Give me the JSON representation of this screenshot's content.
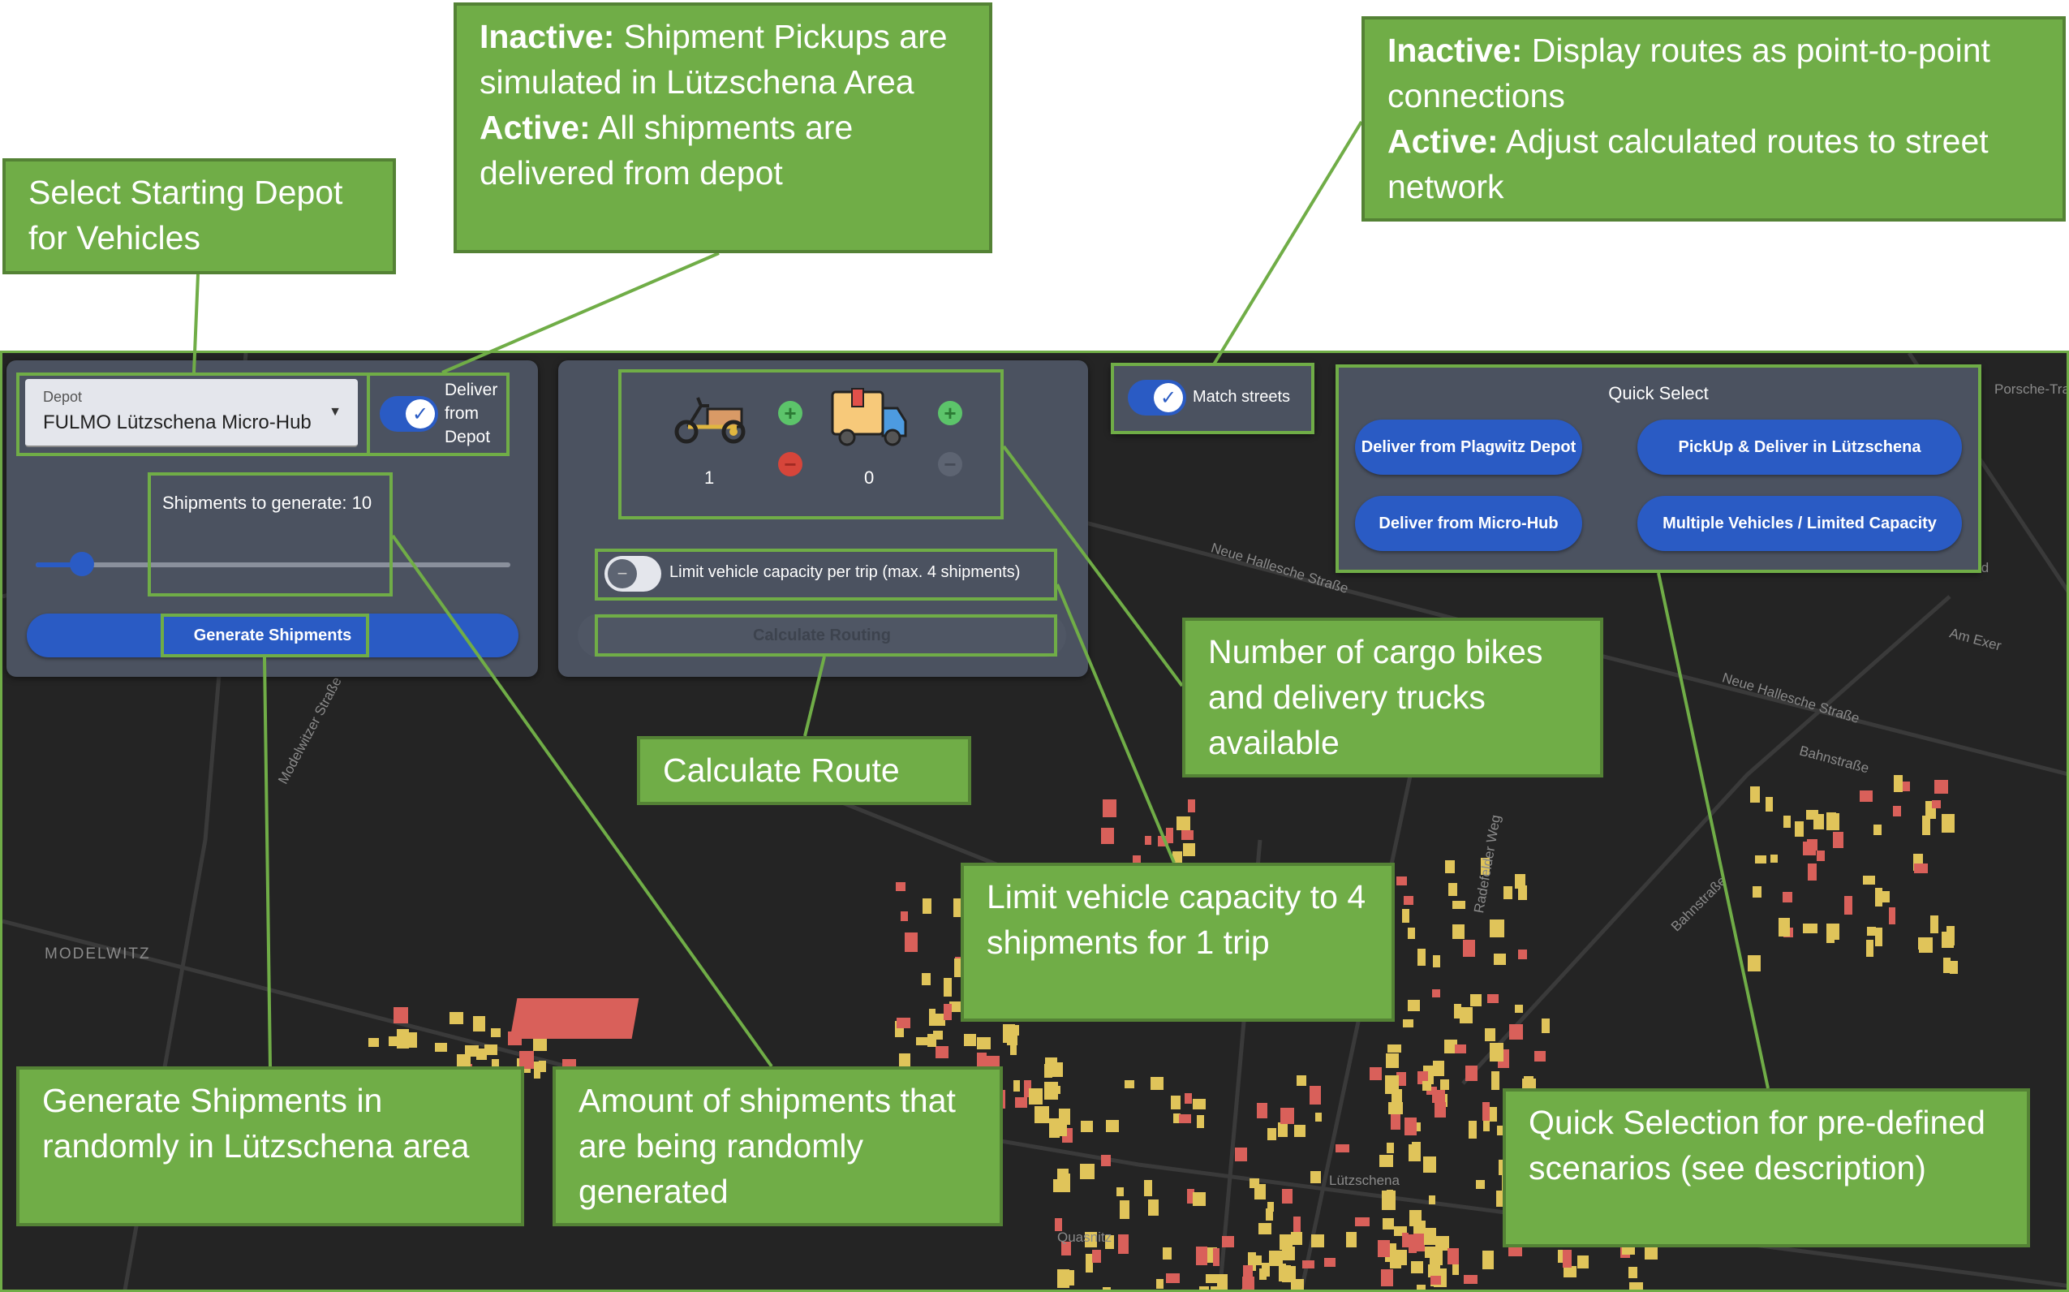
{
  "colors": {
    "annotation_fill": "#70ad47",
    "annotation_border": "#548235",
    "panel": "#4b5260",
    "button": "#2a5bc4",
    "map": "#242424",
    "building_yellow": "#e0c45a",
    "building_red": "#d9605a"
  },
  "controls": {
    "depot": {
      "label": "Depot",
      "value": "FULMO Lützschena Micro-Hub"
    },
    "deliver_from_depot": {
      "label_lines": [
        "Deliver",
        "from",
        "Depot"
      ],
      "checked": true
    },
    "shipments": {
      "label": "Shipments to generate: 10",
      "value": 10,
      "min": 0,
      "max": 100
    },
    "generate_button": "Generate Shipments",
    "vehicles": [
      {
        "type": "cargo-bike",
        "icon": "cargo-bike-icon",
        "count": "1"
      },
      {
        "type": "delivery-truck",
        "icon": "delivery-truck-icon",
        "count": "0"
      }
    ],
    "limit_capacity": {
      "label": "Limit vehicle capacity per trip (max. 4 shipments)",
      "checked": false
    },
    "calculate_button": "Calculate Routing",
    "match_streets": {
      "label": "Match streets",
      "checked": true
    },
    "quick_select": {
      "title": "Quick Select",
      "buttons": [
        "Deliver from Plagwitz Depot",
        "PickUp & Deliver in Lützschena",
        "Deliver from Micro-Hub",
        "Multiple Vehicles / Limited Capacity"
      ]
    }
  },
  "annotations": {
    "depot": "Select Starting Depot for Vehicles",
    "deliver": {
      "inactive_label": "Inactive:",
      "inactive_text": " Shipment Pickups are simulated in Lützschena Area",
      "active_label": "Active:",
      "active_text": " All shipments are delivered from depot"
    },
    "match": {
      "inactive_label": "Inactive:",
      "inactive_text": " Display routes as point-to-point connections",
      "active_label": "Active:",
      "active_text": " Adjust calculated routes to street network"
    },
    "vehicles": "Number of cargo bikes and delivery trucks available",
    "calculate": "Calculate Route",
    "limit": "Limit vehicle capacity to 4 shipments for 1 trip",
    "generate": "Generate Shipments in randomly in Lützschena area",
    "amount": "Amount of shipments that are being randomly generated",
    "quick": "Quick Selection for pre-defined scenarios (see description)"
  },
  "map": {
    "labels": [
      "Neue Hallesche Straße",
      "Neue Hallesche Straße",
      "MODELWITZ",
      "Lützschena",
      "Bahnstraße",
      "Am Exer",
      "Porsche-Tra",
      "Modelwitzer Straße",
      "Radefelder Weg",
      "Quasnitz",
      "Zentrum Süd",
      "Bahnstraße"
    ]
  }
}
